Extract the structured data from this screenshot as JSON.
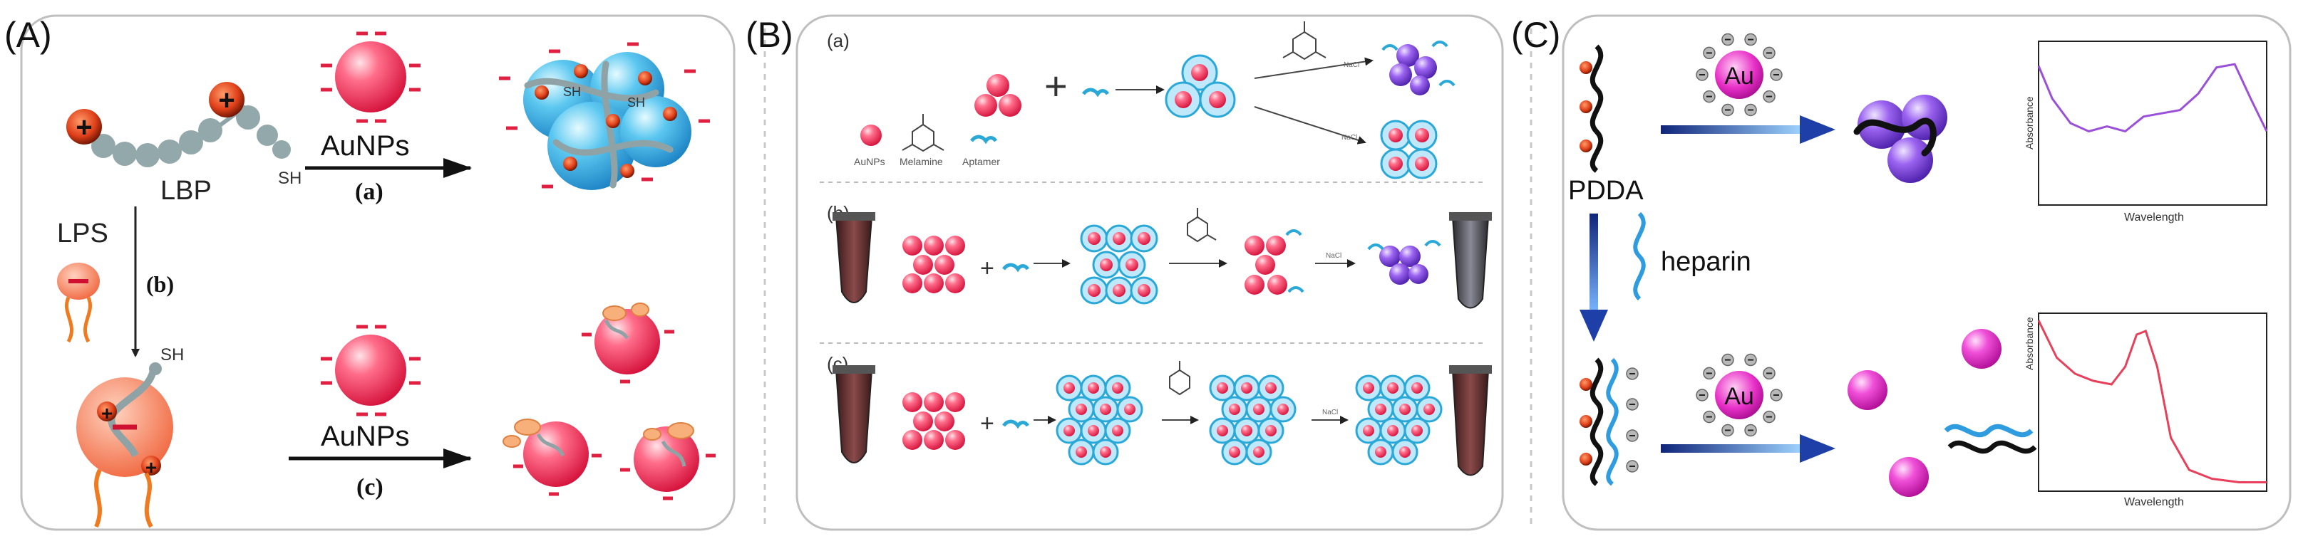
{
  "panelA": {
    "label": "(A)",
    "lbp": "LBP",
    "sh": "SH",
    "lps": "LPS",
    "aunps_top": "AuNPs",
    "aunps_bottom": "AuNPs",
    "step_a": "(a)",
    "step_b": "(b)",
    "step_c": "(c)"
  },
  "panelB": {
    "label": "(B)",
    "row_a": "(a)",
    "row_b": "(b)",
    "row_c": "(c)",
    "legend_aunps": "AuNPs",
    "legend_melamine": "Melamine",
    "legend_aptamer": "Aptamer",
    "nacl": "NaCl"
  },
  "panelC": {
    "label": "(C)",
    "pdda": "PDDA",
    "heparin": "heparin",
    "au_top": "Au",
    "au_bottom": "Au",
    "ylabel_top": "Absorbance",
    "xlabel_top": "Wavelength",
    "ylabel_bottom": "Absorbance",
    "xlabel_bottom": "Wavelength"
  },
  "colors": {
    "aunp_red": "#e8264a",
    "lbp_gray": "#8fa3a6",
    "cyan": "#3ab0e0",
    "purple": "#7a3fd6",
    "magenta": "#e020c8",
    "orange": "#f07040",
    "blue_arrow": "#1f3fa8"
  }
}
